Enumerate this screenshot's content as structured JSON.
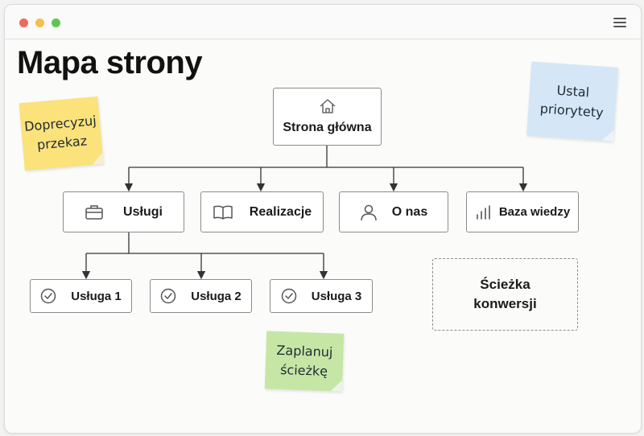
{
  "window": {
    "controls": [
      "close",
      "minimize",
      "maximize"
    ],
    "control_colors": {
      "close": "#ed6a5e",
      "minimize": "#f4bf4f",
      "maximize": "#61c554"
    },
    "menu_icon": "hamburger-icon"
  },
  "page": {
    "title": "Mapa strony"
  },
  "sitemap": {
    "root": {
      "label": "Strona główna",
      "icon": "home-icon"
    },
    "sections": [
      {
        "label": "Usługi",
        "icon": "briefcase-icon"
      },
      {
        "label": "Realizacje",
        "icon": "book-icon"
      },
      {
        "label": "O nas",
        "icon": "user-icon"
      },
      {
        "label": "Baza wiedzy",
        "icon": "bar-chart-icon"
      }
    ],
    "services": [
      {
        "label": "Usługa 1",
        "icon": "check-circle-icon"
      },
      {
        "label": "Usługa 2",
        "icon": "check-circle-icon"
      },
      {
        "label": "Usługa 3",
        "icon": "check-circle-icon"
      }
    ],
    "conversion_path": {
      "line1": "Ścieżka",
      "line2": "konwersji"
    }
  },
  "sticky_notes": {
    "yellow": {
      "line1": "Doprecyzuj",
      "line2": "przekaz",
      "color": "#fbe27a"
    },
    "blue": {
      "line1": "Ustal",
      "line2": "priorytety",
      "color": "#d5e7f7"
    },
    "green": {
      "line1": "Zaplanuj",
      "line2": "ścieżkę",
      "color": "#c6e6a6"
    }
  }
}
